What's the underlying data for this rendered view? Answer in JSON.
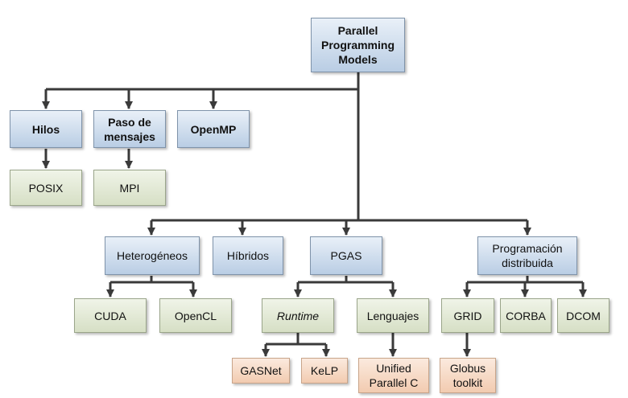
{
  "nodes": {
    "root": "Parallel\nProgramming\nModels",
    "hilos": "Hilos",
    "paso": "Paso de\nmensajes",
    "openmp": "OpenMP",
    "posix": "POSIX",
    "mpi": "MPI",
    "heterogeneos": "Heterogéneos",
    "hibridos": "Híbridos",
    "pgas": "PGAS",
    "distribuida": "Programación\ndistribuida",
    "cuda": "CUDA",
    "opencl": "OpenCL",
    "runtime": "Runtime",
    "lenguajes": "Lenguajes",
    "grid": "GRID",
    "corba": "CORBA",
    "dcom": "DCOM",
    "gasnet": "GASNet",
    "kelp": "KeLP",
    "upc": "Unified\nParallel C",
    "globus": "Globus\ntoolkit"
  },
  "colors": {
    "connector": "#3a3a3a",
    "category_fill": "#c9d8ea",
    "technology_fill": "#e2e8d6",
    "implementation_fill": "#f6dcc8"
  }
}
